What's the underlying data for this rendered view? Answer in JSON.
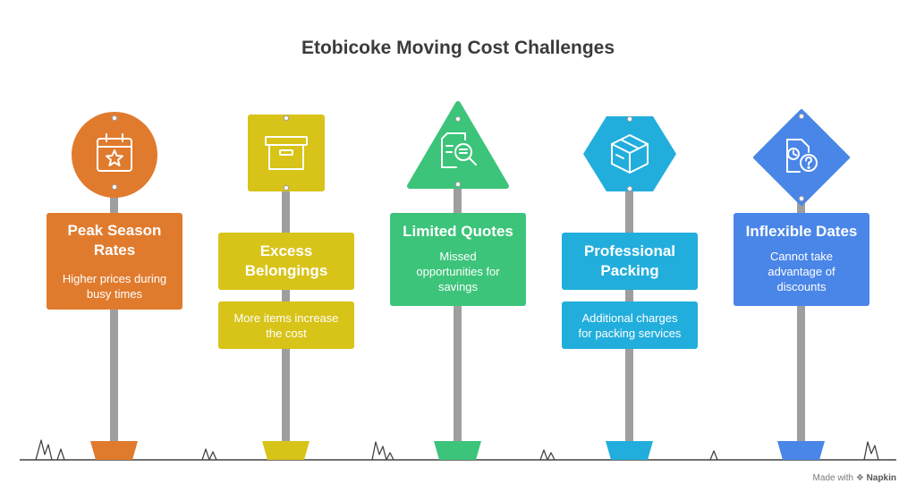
{
  "title": "Etobicoke Moving Cost Challenges",
  "footer": {
    "prefix": "Made with",
    "brand": "Napkin"
  },
  "signs": [
    {
      "heading": "Peak Season Rates",
      "heading_l1": "Peak Season",
      "heading_l2": "Rates",
      "desc_l1": "Higher prices during",
      "desc_l2": "busy times",
      "color": "#E07B2E",
      "shape": "circle",
      "icon": "calendar-star-icon"
    },
    {
      "heading": "Excess Belongings",
      "heading_l1": "Excess",
      "heading_l2": "Belongings",
      "desc_l1": "More items increase",
      "desc_l2": "the cost",
      "color": "#D8C318",
      "shape": "square",
      "icon": "storage-box-icon"
    },
    {
      "heading": "Limited Quotes",
      "heading_l1": "Limited Quotes",
      "desc_l1": "Missed",
      "desc_l2": "opportunities for",
      "desc_l3": "savings",
      "color": "#3CC47A",
      "shape": "triangle",
      "icon": "document-search-icon"
    },
    {
      "heading": "Professional Packing",
      "heading_l1": "Professional",
      "heading_l2": "Packing",
      "desc_l1": "Additional charges",
      "desc_l2": "for packing services",
      "color": "#22AEDC",
      "shape": "hexagon",
      "icon": "package-icon"
    },
    {
      "heading": "Inflexible Dates",
      "heading_l1": "Inflexible Dates",
      "desc_l1": "Cannot take",
      "desc_l2": "advantage of",
      "desc_l3": "discounts",
      "color": "#4A86E8",
      "shape": "diamond",
      "icon": "document-clock-question-icon"
    }
  ]
}
